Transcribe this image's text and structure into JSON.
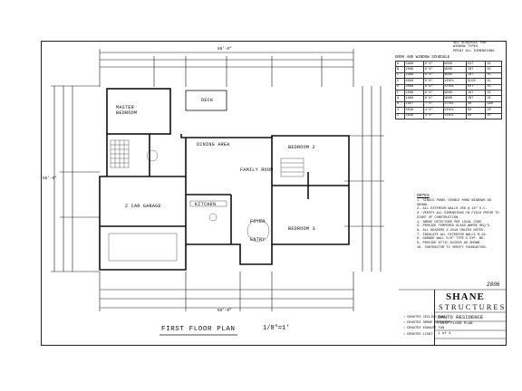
{
  "drawing": {
    "plan_title": "FIRST FLOOR PLAN",
    "scale": "1/8\"=1'",
    "rooms": {
      "master_bedroom": "MASTER\nBEDROOM",
      "deck": "DECK",
      "dining_area": "DINING AREA",
      "bedroom_2": "BEDROOM 2",
      "family_room": "FAMILY ROOM",
      "kitchen": "KITCHEN",
      "garage": "2 CAR GARAGE",
      "bedroom_3": "BEDROOM 3",
      "foyer": "FOYER",
      "entry": "ENTRY"
    },
    "dims": {
      "overall_top": "69'-0\"",
      "overall_left": "56'-0\"",
      "overall_bottom": "69'-0\""
    }
  },
  "schedule": {
    "title": "DOOR AND WINDOW SCHEDULE",
    "header_note": "SEE SCHEDULE FOR\nWINDOW TYPES\nPRINT ALL DIMENSIONS",
    "rows": [
      [
        "A",
        "2868",
        "6'8\"",
        "WOOD",
        "EXT",
        "SC"
      ],
      [
        "B",
        "2668",
        "6'8\"",
        "WOOD",
        "INT",
        "HC"
      ],
      [
        "C",
        "2468",
        "6'8\"",
        "WOOD",
        "INT",
        "HC"
      ],
      [
        "D",
        "6068",
        "6'8\"",
        "VINYL",
        "SLDG",
        "GL"
      ],
      [
        "E",
        "3068",
        "6'8\"",
        "STEEL",
        "EXT",
        "SC"
      ],
      [
        "F",
        "2068",
        "6'8\"",
        "WOOD",
        "INT",
        "HC"
      ],
      [
        "G",
        "1668",
        "6'8\"",
        "WOOD",
        "INT",
        "HC"
      ],
      [
        "H",
        "16X7",
        "7'0\"",
        "STEEL",
        "OH",
        "GAR"
      ],
      [
        "1",
        "3050",
        "4'6\"",
        "VINYL",
        "DH",
        "DP"
      ],
      [
        "2",
        "2840",
        "3'6\"",
        "VINYL",
        "DH",
        "DP"
      ]
    ]
  },
  "notes": {
    "title": "NOTES",
    "items": [
      "1. SINGLE PANEL DOUBLE HUNG WINDOWS AS SHOWN.",
      "2. ALL EXTERIOR WALLS 2X6 @ 16\" O.C.",
      "3. VERIFY ALL DIMENSIONS IN FIELD PRIOR TO",
      "   START OF CONSTRUCTION.",
      "4. SMOKE DETECTORS PER LOCAL CODE.",
      "5. PROVIDE TEMPERED GLASS WHERE REQ'D.",
      "6. ALL HEADERS 2-2X10 UNLESS NOTED.",
      "7. INSULATE ALL EXTERIOR WALLS R-19.",
      "8. GARAGE WALL 5/8\" TYPE X GYP. BD.",
      "9. PROVIDE ATTIC ACCESS AS SHOWN.",
      "10. CONTRACTOR TO VERIFY FOUNDATION."
    ]
  },
  "date": "2006",
  "title_block": {
    "logo_line1": "SHANE",
    "logo_line2": "STRUCTURES",
    "project": "DANTO RESIDENCE",
    "sheet_label": "FIRST FLOOR PLAN",
    "sheet_no": "1 of 4"
  },
  "legend": [
    "DENOTES CEILING FAN",
    "DENOTES SMOKE DETECTOR",
    "DENOTES EXHAUST FAN",
    "DENOTES LIGHT"
  ]
}
